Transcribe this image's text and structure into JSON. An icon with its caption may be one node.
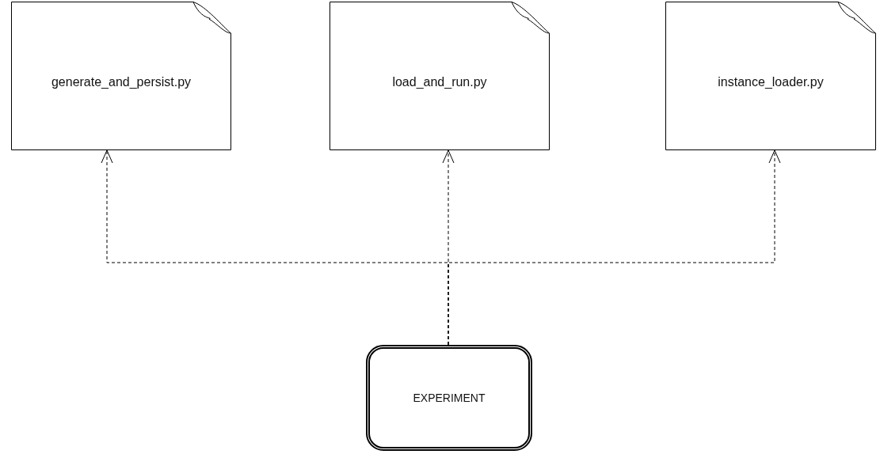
{
  "diagram": {
    "nodes": [
      {
        "text": [
          "generate_and_persist.py"
        ]
      },
      {
        "text": [
          "load_and_run.py"
        ]
      },
      {
        "text": [
          "instance_loader.py"
        ]
      },
      {
        "text": [
          "EXPERIMENT"
        ]
      }
    ],
    "edges": [
      {
        "from": 3,
        "to": 0,
        "arrow": "to",
        "style": "dashed"
      },
      {
        "from": 3,
        "to": 1,
        "arrow": "to",
        "style": "dashed"
      },
      {
        "from": 3,
        "to": 2,
        "arrow": "to",
        "style": "dashed"
      }
    ]
  }
}
